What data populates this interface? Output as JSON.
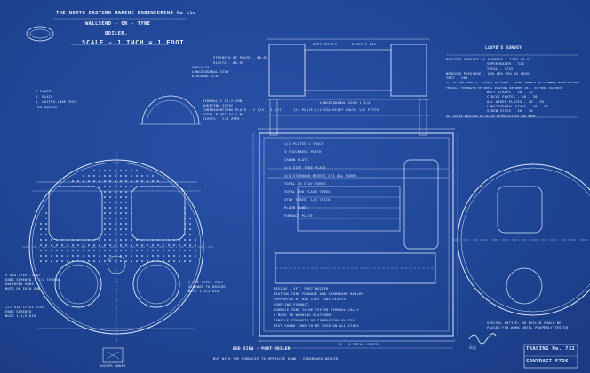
{
  "title_block": {
    "company": "THE NORTH EASTERN MARINE ENGINEERING Co Ltd",
    "location": "WALLSEND - ON - TYNE",
    "subject": "BOILER.",
    "scale": "SCALE  -  1 INCH = 1 FOOT"
  },
  "lloyds_survey": {
    "heading": "LLOYD'S SURVEY",
    "lines": [
      "HEATING SURFACE EA FURNACE - 1295 SQ FT",
      "SUPERHEATER - 310",
      "TOTAL - 1745",
      "WORKING PRESSURE - 190 LBS PER SQ INCH",
      "TEST - 380",
      "ALL PLATES SHELLS, RIVETS OF STEEL. SEAMS TREBLE OF SIEMENS-MARTIN STEEL.",
      "TENSILE STRENGTH OF SHELL PLATING BETWEEN 28 - 32 TONS SQ INCH",
      "BUTT STRAPS - 28 - 32",
      "CIRCLE PLATES - 26 - 30",
      "ALL OTHER PLATES - 26 - 30",
      "LONGITUDINAL STAYS - 28 - 32",
      "SCREW STAYS - 26 - 30",
      "ALL HOLES DRILLED IN PLACE AFTER PLATES ARE BENT."
    ]
  },
  "left_notes": {
    "block1": [
      "5 PLATES",
      "1. PLATE",
      "1. LATTER LIKE THIS",
      "FOR BOILER."
    ],
    "block2": [
      "SHELL TO",
      "LONGITUDINAL STAY",
      "DIAGONAL STAY"
    ]
  },
  "stay_notes": {
    "hydraulic": [
      "HYDRAULIC 16.2 CMN",
      "WHEATING ZSPEC",
      "CONTRAVENTIONS PLATE - 3 1/4 - 1 1/2"
    ],
    "rivets": [
      "TOTAL RIVET AT 4 MS",
      "RIVETS - 7/8 ZSPE 2"
    ],
    "strength": [
      "STRENGTH OF PLATE - 86.6%",
      "RIVETS - 85.0%"
    ],
    "half_bay": [
      "1/4 PLATE 1/2 DIA RIVET HOLES 1/2 PITCH"
    ]
  },
  "butt_strap": {
    "label": "BUTT STRAPS",
    "note": "RIVET 1 DIA",
    "dim": "LONGITUDINAL SEAM 1 3/4"
  },
  "centre_notes": [
    "1/2 PLATES 1 THICK",
    "3 THICKNESS PLATE",
    "CROWN PLATE",
    "3/4 SIDE TUBE PLATE",
    "3/4 STANDARD RIVETS 3/4 ALL ROUND",
    "TOTAL 16 STAY TUBES",
    "TOTAL 100 PLAIN TUBES",
    "STAY TUBES: 1/2 THICK",
    "PLAIN TUBES",
    "FURNACE PLATE"
  ],
  "lower_right_notes": [
    "DESIGN  - 3FT. PORT BOILER",
    "HEATING TUBE FURNACE AND STARBOARD BOILER",
    "SUPPORTED BY DOG STAY TUBE PLATES",
    "COUPLING FURNACE",
    "FURNACE TUBE TO BE TESTED HYDRAULICALLY",
    "A MORE TO WORKING PLATFORM",
    "TENSILE STRENGTH OF COMBUSTION PLATES",
    "BEST SOUND IRON TO BE USED ON ALL STAYS"
  ],
  "lower_left_notes": {
    "a": [
      "3 DIA STEEL STAY",
      "ENDS SCREWED 1 1/2 THREAD",
      "ENLARGED ENDS",
      "NUTS ON EACH END"
    ],
    "b": [
      "1/2 DIA STEEL STAY",
      "ENDS SCREWED",
      "NUTS 1 1/2 DIA"
    ],
    "c": [
      "3 1/2 STEEL STAY",
      "SCREWED TO BOILER",
      "NUTS 1 1/2 DIA"
    ]
  },
  "bottom_captions": {
    "port": "END VIEW - PORT BOILER",
    "starboard": "BUT WITH THE FURNACES TO OPPOSITE HAND - STARBOARD BOILER",
    "length": "18 - 0 TOTAL LENGTH",
    "stamp_left": "BOILER MAKER",
    "right_note": "SPECIAL NOTICE: NO BOILER SHALL BE PASSED FOR WORK UNTIL PROPERLY TESTED"
  },
  "tracing": {
    "tracing_label": "TRACING No.",
    "tracing_no": "732",
    "contract_label": "CONTRACT",
    "contract_no": "F726"
  },
  "signature_label": "Sig"
}
